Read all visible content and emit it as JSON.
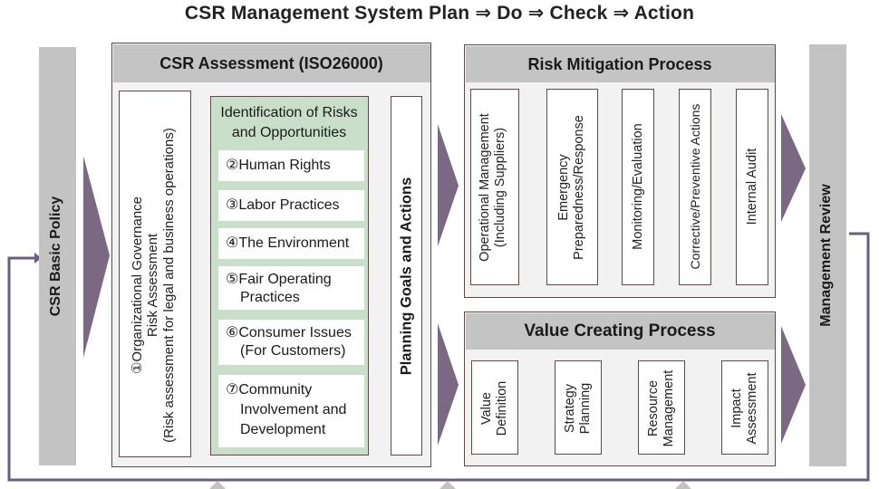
{
  "title": "CSR Management System Plan ⇒ Do ⇒ Check ⇒ Action",
  "basic_policy": "CSR Basic Policy",
  "management_review": "Management Review",
  "assessment": {
    "header": "CSR Assessment (ISO26000)",
    "governance": {
      "line1": "①Organizational Governance",
      "line2": "Risk Assessment",
      "line3": "(Risk assessment for legal and business operations)"
    },
    "identification": {
      "title_line1": "Identification of Risks",
      "title_line2": "and Opportunities",
      "items": [
        {
          "line1": "②Human Rights",
          "line2": ""
        },
        {
          "line1": "③Labor Practices",
          "line2": ""
        },
        {
          "line1": "④The Environment",
          "line2": ""
        },
        {
          "line1": "⑤Fair Operating",
          "line2": "Practices"
        },
        {
          "line1": "⑥Consumer Issues",
          "line2": "(For Customers)"
        },
        {
          "line1": "⑦Community",
          "line2": "Involvement and",
          "line3": "Development"
        }
      ]
    },
    "planning": "Planning Goals and Actions"
  },
  "risk_mitigation": {
    "header": "Risk Mitigation Process",
    "steps": [
      {
        "line1": "Operational Management",
        "line2": "(Including Suppliers)"
      },
      {
        "line1": "Emergency",
        "line2": "Preparedness/Response"
      },
      {
        "line1": "Monitoring/Evaluation",
        "line2": ""
      },
      {
        "line1": "Corrective/Preventive Actions",
        "line2": ""
      },
      {
        "line1": "Internal Audit",
        "line2": ""
      }
    ]
  },
  "value_creating": {
    "header": "Value Creating Process",
    "steps": [
      {
        "line1": "Value",
        "line2": "Definition"
      },
      {
        "line1": "Strategy",
        "line2": "Planning"
      },
      {
        "line1": "Resource",
        "line2": "Management"
      },
      {
        "line1": "Impact",
        "line2": "Assessment"
      }
    ]
  },
  "colors": {
    "arrow": "#7b6883",
    "feedback_line": "#6a5f80",
    "green": "#c9dfc9",
    "gray": "#c3c3c3",
    "border": "#5a4a4a"
  }
}
